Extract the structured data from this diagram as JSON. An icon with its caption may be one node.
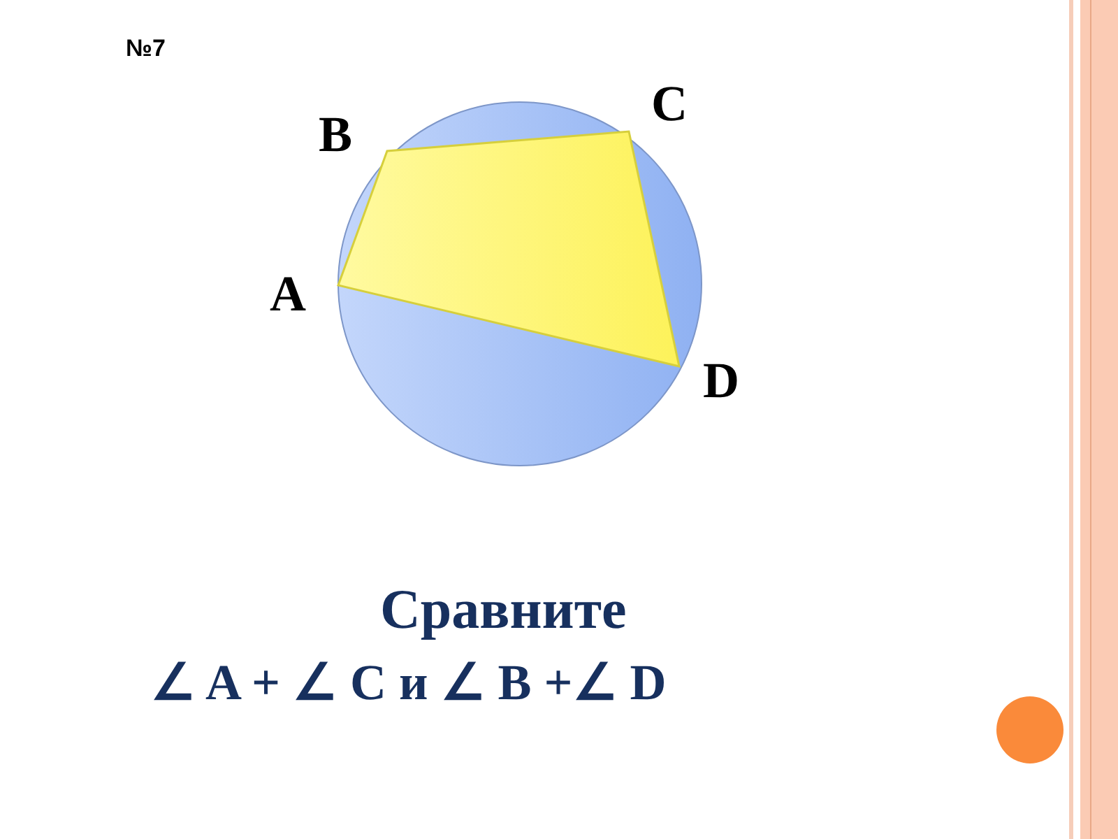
{
  "diagram": {
    "labels": [
      "№7",
      "B",
      "C",
      "A",
      "D",
      "Сравните",
      "∠ A + ∠ C и ∠ B +∠ D"
    ]
  }
}
